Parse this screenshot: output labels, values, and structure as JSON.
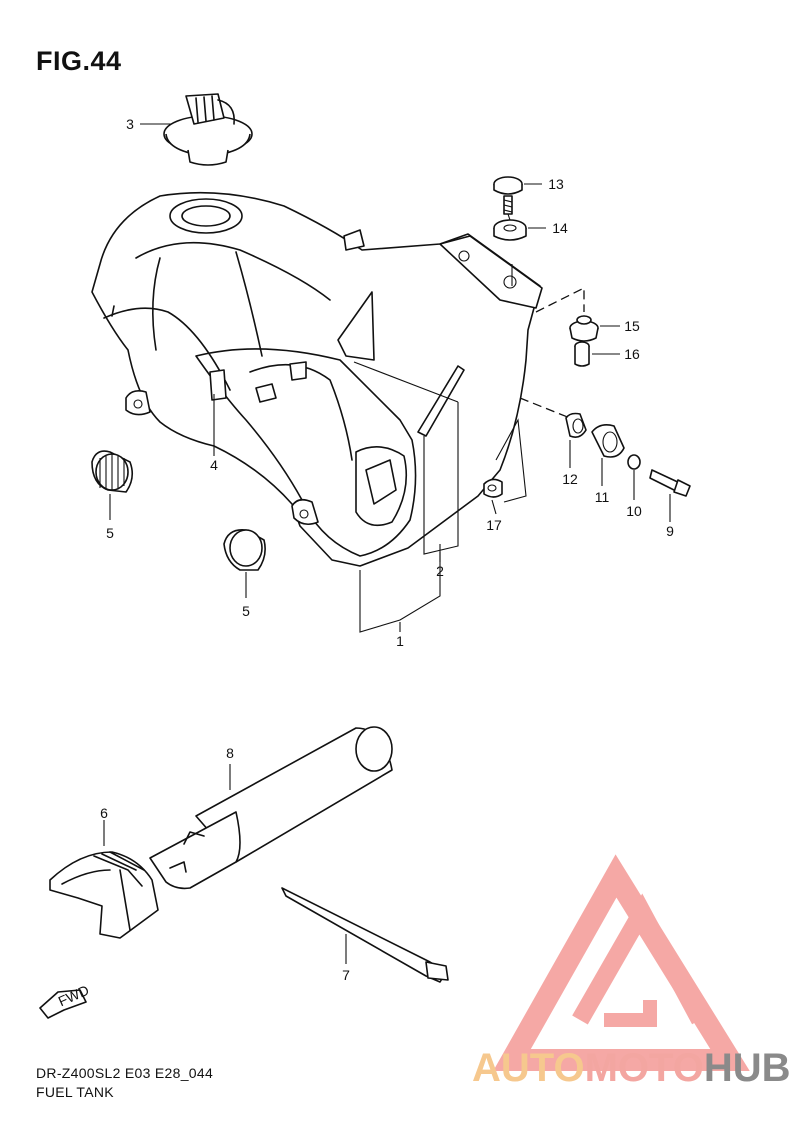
{
  "figure": {
    "title": "FIG.44",
    "model_code": "DR-Z400SL2 E03 E28_044",
    "section_name": "FUEL TANK"
  },
  "callouts": [
    "1",
    "2",
    "3",
    "4",
    "5",
    "5",
    "6",
    "7",
    "8",
    "9",
    "10",
    "11",
    "12",
    "13",
    "14",
    "15",
    "16",
    "17"
  ],
  "direction_marker": "FWD",
  "watermark": {
    "part1": "AUTO",
    "part2": "MOTO",
    "part3": "HUB",
    "colors": {
      "auto": "#f6c88e",
      "moto": "#f3a6a1",
      "hub": "#8a8a8a",
      "logo": "#f49a96"
    }
  }
}
